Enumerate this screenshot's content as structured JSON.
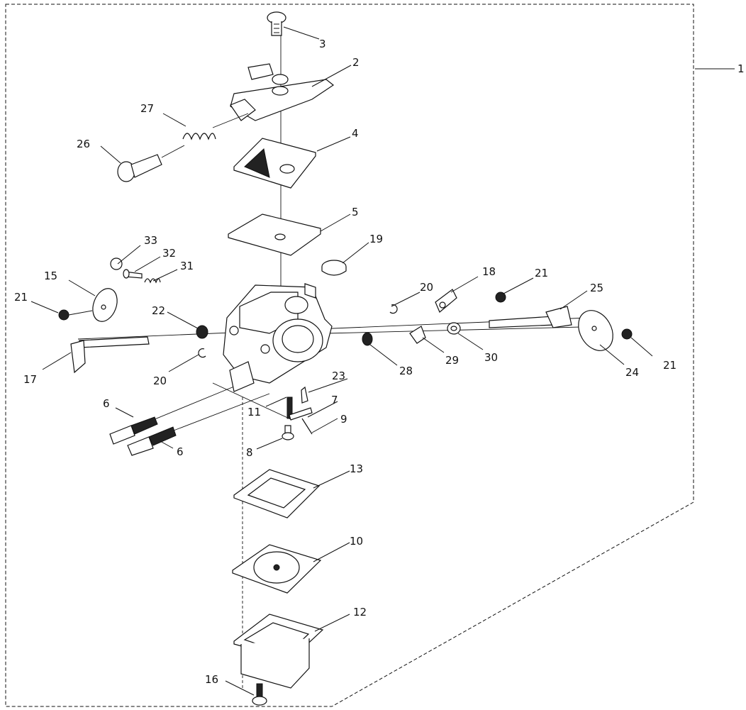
{
  "diagram": {
    "callouts": {
      "c1": "1",
      "c2": "2",
      "c3": "3",
      "c4": "4",
      "c5": "5",
      "c6a": "6",
      "c6b": "6",
      "c7": "7",
      "c8": "8",
      "c9": "9",
      "c10": "10",
      "c11": "11",
      "c12": "12",
      "c13": "13",
      "c15": "15",
      "c16": "16",
      "c17": "17",
      "c18": "18",
      "c19": "19",
      "c20a": "20",
      "c20b": "20",
      "c21a": "21",
      "c21b": "21",
      "c21c": "21",
      "c22": "22",
      "c23": "23",
      "c24": "24",
      "c25": "25",
      "c26": "26",
      "c27": "27",
      "c28": "28",
      "c29": "29",
      "c30": "30",
      "c31": "31",
      "c32": "32",
      "c33": "33"
    }
  }
}
